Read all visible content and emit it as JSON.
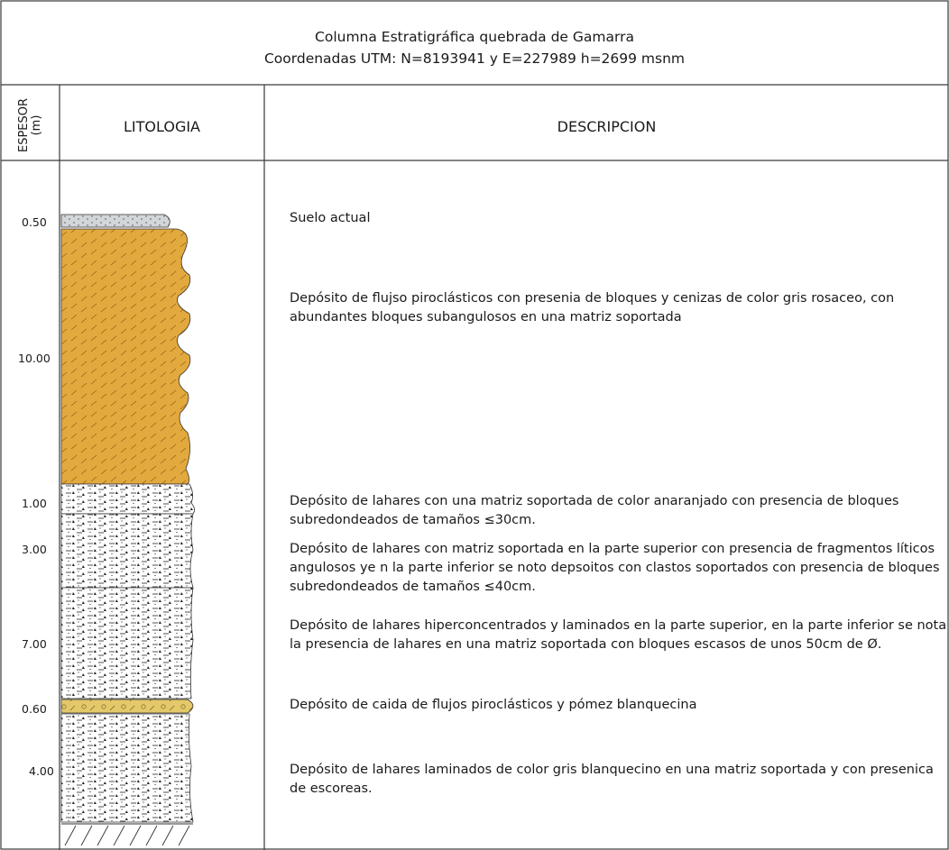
{
  "header": {
    "title": "Columna Estratigráfica quebrada de Gamarra",
    "subtitle": "Coordenadas UTM: N=8193941 y E=227989 h=2699 msnm",
    "col_espesor": "ESPESOR",
    "col_espesor_unit": "(m)",
    "col_litologia": "LITOLOGIA",
    "col_descripcion": "DESCRIPCION"
  },
  "colors": {
    "ash_orange": "#e2a93e",
    "pumice_yellow": "#e4c86a",
    "soil_gray": "#d3d6d8",
    "lahar_white": "#ffffff",
    "line": "#3a3a3a"
  },
  "layers": [
    {
      "id": "suelo",
      "thickness": "0.50",
      "pattern": "soil-dots",
      "description": "Suelo actual"
    },
    {
      "id": "flujo-piroclastico",
      "thickness": "10.00",
      "pattern": "ash-dashes",
      "description": "Depósito de flujso piroclásticos con presenia de bloques y cenizas de color gris rosaceo, con abundantes bloques subangulosos en una matriz soportada"
    },
    {
      "id": "lahar-1",
      "thickness": "1.00",
      "pattern": "lahar",
      "description": "Depósito de lahares con una matriz soportada de color anaranjado con presencia de bloques subredondeados  de tamaños ≤30cm."
    },
    {
      "id": "lahar-2",
      "thickness": "3.00",
      "pattern": "lahar",
      "description": "Depósito de lahares con matriz soportada en la parte superior con presencia de fragmentos líticos angulosos ye n la parte inferior se noto depsoitos con clastos soportados con presencia de bloques subredondeados de tamaños ≤40cm."
    },
    {
      "id": "lahar-3",
      "thickness": "7.00",
      "pattern": "lahar",
      "description": "Depósito de lahares hiperconcentrados y laminados en la parte superior, en la parte inferior se nota la presencia de lahares en una matriz soportada con bloques escasos de unos 50cm de Ø."
    },
    {
      "id": "pomez",
      "thickness": "0.60",
      "pattern": "pumice",
      "description": "Depósito de caida de flujos piroclásticos y pómez blanquecina"
    },
    {
      "id": "lahar-4",
      "thickness": "4.00",
      "pattern": "lahar",
      "description": "Depósito de lahares laminados de color gris blanquecino en una matriz soportada y con presenica de escoreas."
    }
  ]
}
